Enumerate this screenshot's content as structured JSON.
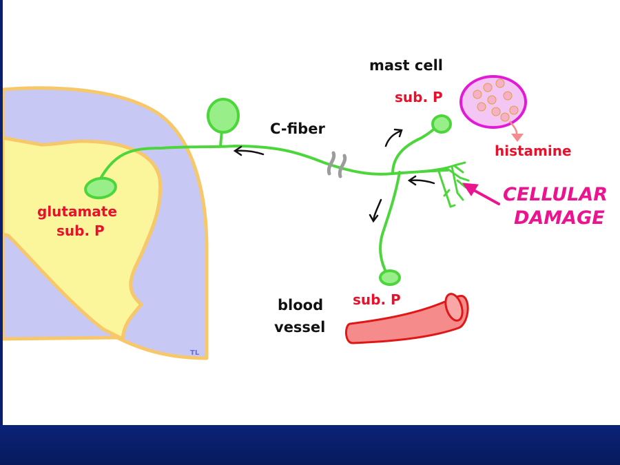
{
  "labels": {
    "mast_cell": "mast cell",
    "sub_p_mast": "sub. P",
    "histamine": "histamine",
    "c_fiber": "C-fiber",
    "glutamate": "glutamate",
    "sub_p_spinal": "sub. P",
    "cellular": "CELLULAR",
    "damage": "DAMAGE",
    "blood": "blood",
    "vessel": "vessel",
    "sub_p_vessel": "sub. P",
    "tl": "TL"
  },
  "colors": {
    "fiber_green": "#4cd63c",
    "terminal_green": "#98ee88",
    "grey_matter": "#c8c8f4",
    "dorsal_horn": "#fbf59c",
    "border_orange": "#f7c86a",
    "mast_cell_fill": "#f3c6f3",
    "mast_cell_border": "#e21ad6",
    "granule": "#f7b0c8",
    "vessel_fill": "#f58b8b",
    "vessel_border": "#e01717",
    "label_red": "#e8102a",
    "damage_magenta": "#ec138f",
    "footer_navy": "#0a1f6e"
  }
}
